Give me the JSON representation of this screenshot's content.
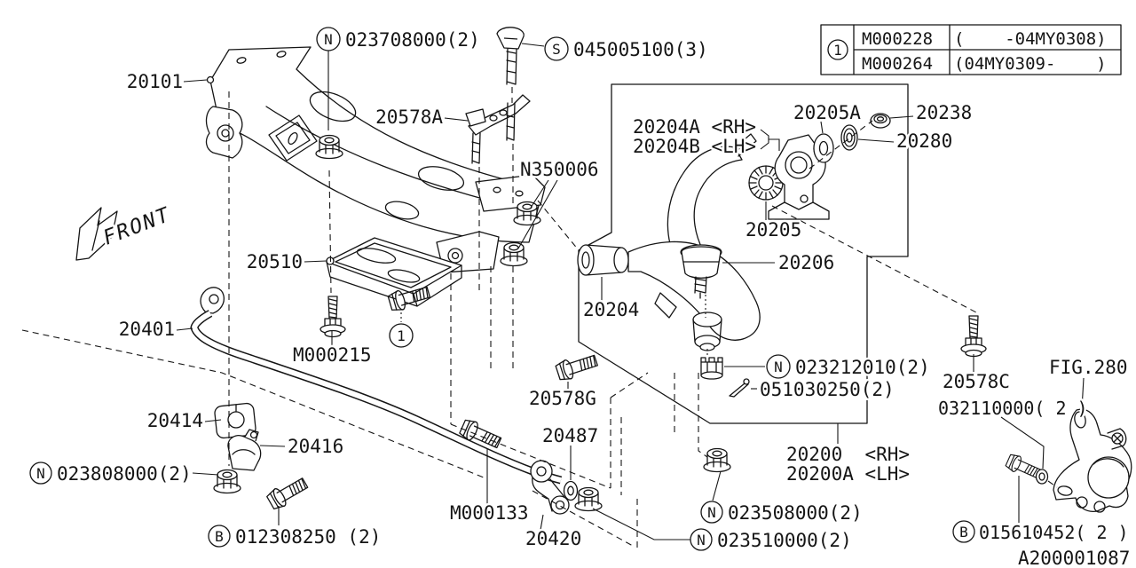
{
  "figure": {
    "drawing_number": "A200001087",
    "figure_ref": "FIG.280",
    "front_label": "FRONT"
  },
  "revision_table": {
    "ref_symbol": "1",
    "rows": [
      {
        "part_no": "M000228",
        "applicability": "(    -04MY0308)"
      },
      {
        "part_no": "M000264",
        "applicability": "(04MY0309-    )"
      }
    ]
  },
  "ref_bubble": "1",
  "callouts": {
    "crossmember": "20101",
    "nut_crossmember": {
      "sym": "N",
      "no": "023708000(2)"
    },
    "screw_bracket": {
      "sym": "S",
      "no": "045005100(3)"
    },
    "bracket_20578a": "20578A",
    "nut_n350006": "N350006",
    "jack_plate": "20510",
    "bolt_m000215": "M000215",
    "stabilizer_bar": "20401",
    "stab_bushing": "20414",
    "stab_clamp": "20416",
    "nut_stab": {
      "sym": "N",
      "no": "023808000(2)"
    },
    "bolt_stab": {
      "sym": "B",
      "no": "012308250 (2)"
    },
    "bolt_m000133": "M000133",
    "stab_link": "20420",
    "link_washer": "20487",
    "bolt_20578g": "20578G",
    "arm_front_bushing": "20204",
    "bracket_rh": "20204A <RH>",
    "bracket_lh": "20204B <LH>",
    "washer_20205a": "20205A",
    "nut_20238": "20238",
    "washer_20280": "20280",
    "lock_washer_20205": "20205",
    "ball_joint_20206": "20206",
    "nut_ball_joint": {
      "sym": "N",
      "no": "023212010(2)"
    },
    "cotter_pin": "051030250(2)",
    "arm_rh": "20200  <RH>",
    "arm_lh": "20200A <LH>",
    "bolt_20578c": "20578C",
    "washer_032110000": "032110000( 2 )",
    "nut_20578g": {
      "sym": "N",
      "no": "023508000(2)"
    },
    "nut_link": {
      "sym": "N",
      "no": "023510000(2)"
    },
    "bolt_knuckle": {
      "sym": "B",
      "no": "015610452( 2 )"
    }
  }
}
